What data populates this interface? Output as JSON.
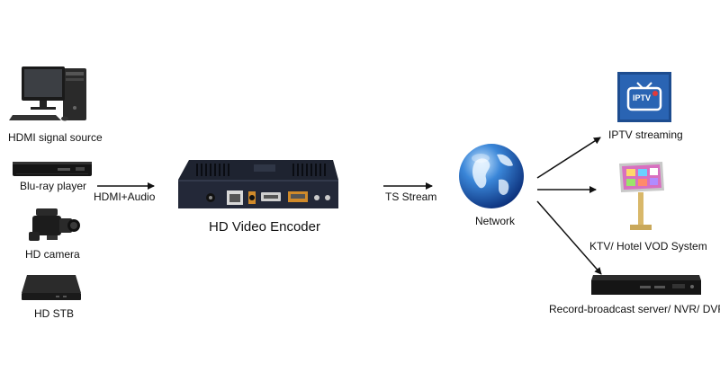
{
  "sources": {
    "hdmi_signal_source": "HDMI signal source",
    "bluray_player": "Blu-ray player",
    "hd_camera": "HD camera",
    "hd_stb": "HD STB"
  },
  "link_hdmi_audio": "HDMI+Audio",
  "encoder_label": "HD Video Encoder",
  "link_ts_stream": "TS Stream",
  "network_label": "Network",
  "outputs": {
    "iptv": "IPTV streaming",
    "iptv_badge": "IPTV",
    "ktv": "KTV/ Hotel VOD System",
    "record": "Record-broadcast server/ NVR/ DVR"
  }
}
